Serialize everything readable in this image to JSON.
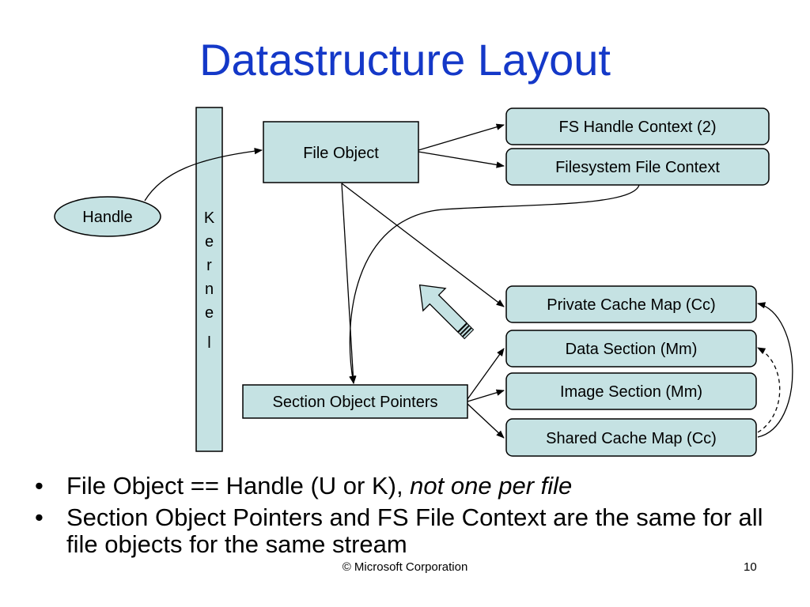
{
  "title": "Datastructure Layout",
  "nodes": {
    "handle": "Handle",
    "kernel": [
      "K",
      "e",
      "r",
      "n",
      "e",
      "l"
    ],
    "file_object": "File Object",
    "fs_handle_context": "FS Handle Context (2)",
    "filesystem_file_context": "Filesystem File Context",
    "private_cache_map": "Private Cache Map (Cc)",
    "data_section": "Data Section (Mm)",
    "image_section": "Image Section (Mm)",
    "shared_cache_map": "Shared Cache Map (Cc)",
    "section_object_pointers": "Section Object Pointers"
  },
  "colors": {
    "box_fill": "#c5e2e3",
    "title": "#1438c8",
    "line": "#000000"
  },
  "bullets": [
    {
      "text": "File Object == Handle (U or K), ",
      "emphasis": "not one per file"
    },
    {
      "text": "Section Object Pointers and FS File Context are the same for all file objects for the same stream",
      "emphasis": ""
    }
  ],
  "footer": {
    "copyright": "© Microsoft Corporation",
    "page_number": "10"
  }
}
